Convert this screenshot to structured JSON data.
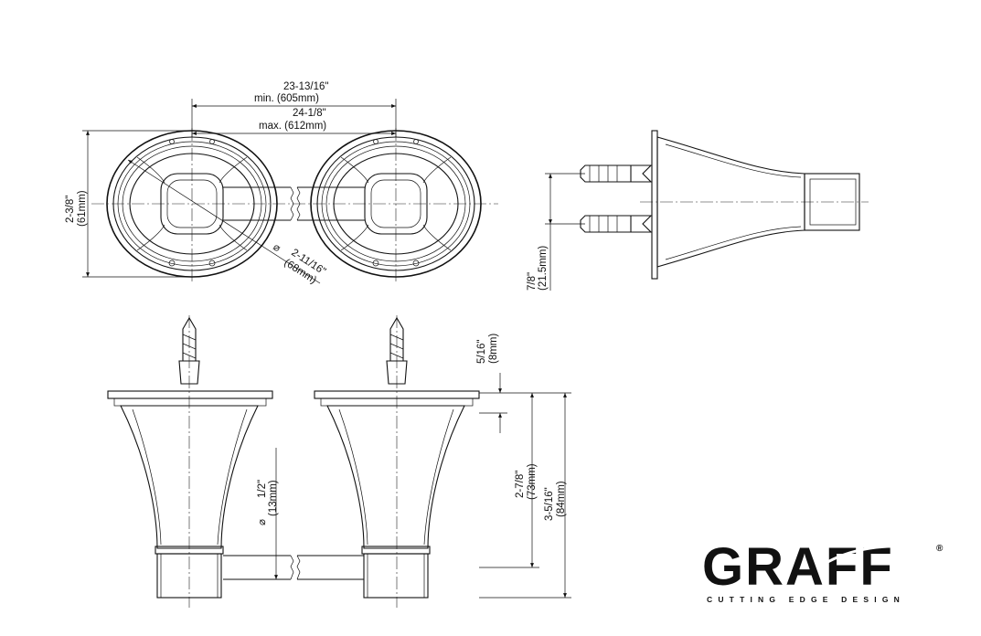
{
  "dimensions": {
    "center_min_imperial": "23-13/16\"",
    "center_min_metric": "min. (605mm)",
    "center_max_imperial": "24-1/8\"",
    "center_max_metric": "max. (612mm)",
    "height_imperial": "2-3/8\"",
    "height_metric": "(61mm)",
    "diameter_symbol": "⌀",
    "diameter_imperial": "2-11/16\"",
    "diameter_metric": "(68mm)",
    "side_offset_imperial": "7/8\"",
    "side_offset_metric": "(21.5mm)",
    "fitting_imperial": "5/16\"",
    "fitting_metric": "(8mm)",
    "bar_diameter_imperial": "1/2\"",
    "bar_diameter_metric": "(13mm)",
    "bar_height_imperial": "2-7/8\"",
    "bar_height_metric": "(73mm)",
    "total_height_imperial": "3-5/16\"",
    "total_height_metric": "(84mm)"
  },
  "brand": {
    "name": "GRAFF",
    "registered": "®",
    "tagline": "CUTTING EDGE DESIGN"
  }
}
